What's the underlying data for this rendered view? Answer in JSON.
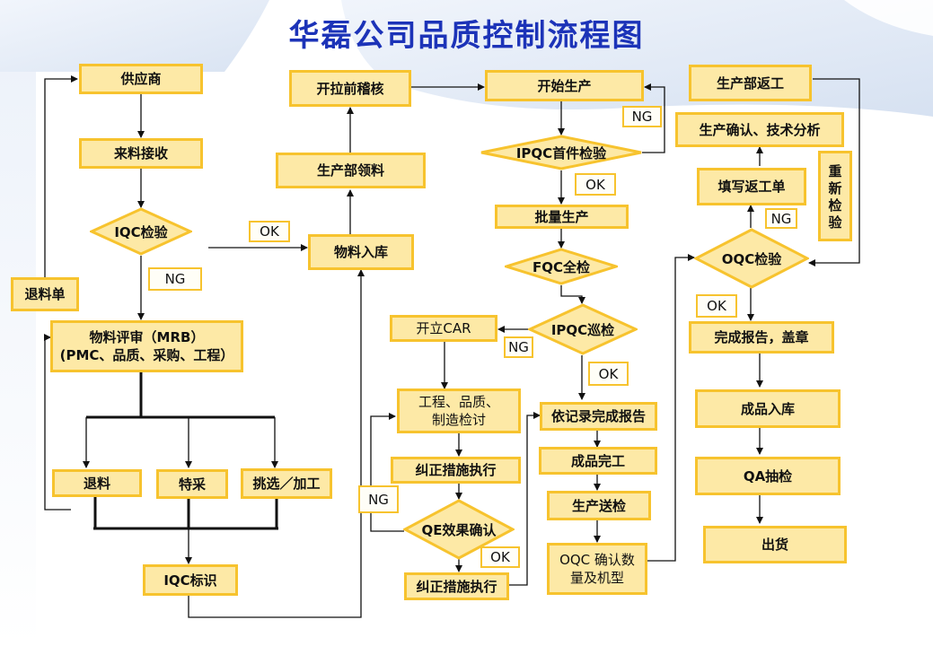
{
  "title": "华磊公司品质控制流程图",
  "colors": {
    "box_fill": "#fde9a6",
    "box_border": "#f7c32e",
    "title": "#1c33b8",
    "line": "#111111"
  },
  "col1": {
    "supplier": "供应商",
    "receiving": "来料接收",
    "iqc_check": "IQC检验",
    "ng": "NG",
    "return_note": "退料单",
    "mrb_line1": "物料评审（MRB）",
    "mrb_line2": "(PMC、品质、采购、工程）",
    "return_material": "退料",
    "special_purchase": "特采",
    "sort_rework": "挑选／加工",
    "iqc_label": "IQC标识"
  },
  "col2": {
    "ok": "OK",
    "material_stock": "物料入库",
    "production_requisition": "生产部领料",
    "pre_line_review": "开拉前稽核"
  },
  "col3": {
    "start_production": "开始生产",
    "ng1": "NG",
    "ipqc_first": "IPQC首件检验",
    "ok1": "OK",
    "mass_production": "批量生产",
    "fqc_full": "FQC全检",
    "ipqc_patrol": "IPQC巡检",
    "open_car": "开立CAR",
    "ng2": "NG",
    "ok2": "OK",
    "review_line1": "工程、品质、",
    "review_line2": "制造检讨",
    "record_report": "依记录完成报告",
    "corrective_action": "纠正措施执行",
    "finished": "成品完工",
    "ng3": "NG",
    "production_inspect": "生产送检",
    "qe_confirm": "QE效果确认",
    "ok3": "OK",
    "corrective_action2": "纠正措施执行",
    "oqc_line1": "OQC 确认数",
    "oqc_line2": "量及机型"
  },
  "col4": {
    "production_rework": "生产部返工",
    "confirm_analysis": "生产确认、技术分析",
    "reinspect": [
      "重",
      "新",
      "检",
      "验"
    ],
    "fill_rework_form": "填写返工单",
    "ng": "NG",
    "oqc_check": "OQC检验",
    "ok": "OK",
    "complete_report": "完成报告，盖章",
    "fg_stock": "成品入库",
    "qa_sampling": "QA抽检",
    "shipment": "出货"
  }
}
